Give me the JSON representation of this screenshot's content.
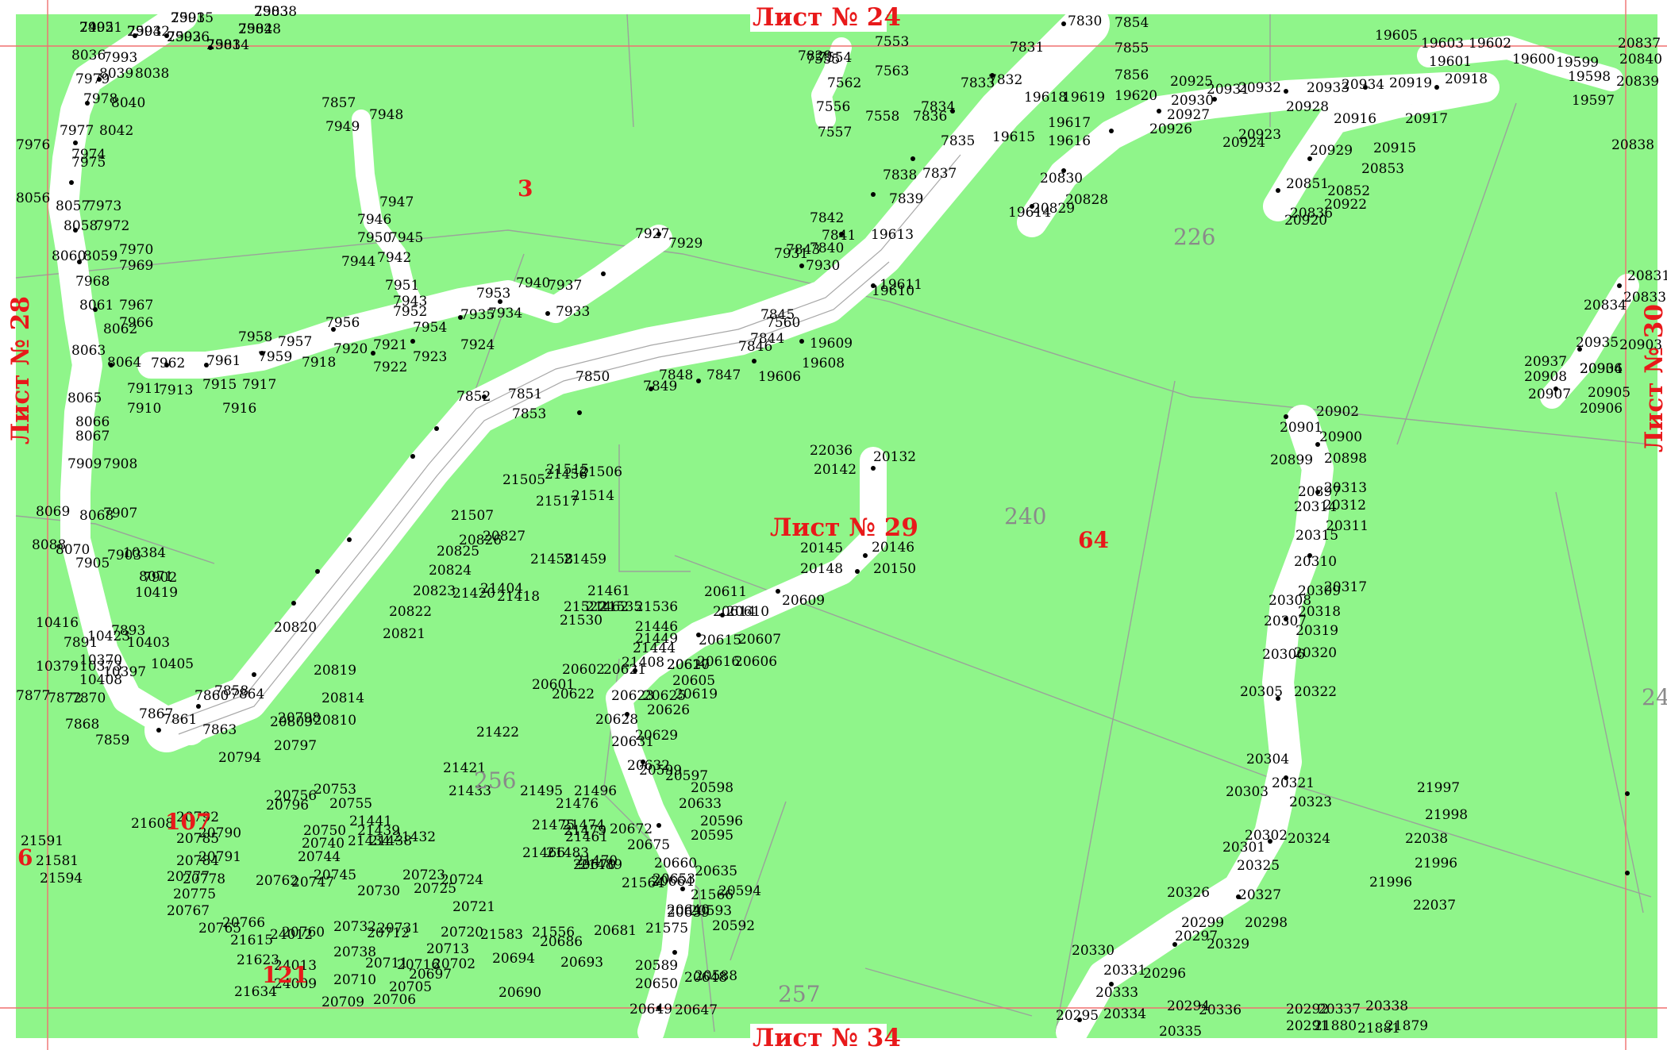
{
  "colors": {
    "forest": "#8ff58a",
    "road": "#ffffff",
    "sheet_line": "#f07070",
    "label_red": "#e8191a",
    "parcel_gray": "#8a8a8a"
  },
  "sheet_labels": {
    "top": "Лист № 24",
    "bottom": "Лист № 34",
    "left": "Лист № 28",
    "right": "Лист № 30",
    "center": "Лист № 29"
  },
  "parcel_numbers": [
    "3",
    "226",
    "240",
    "64",
    "256",
    "257",
    "24"
  ],
  "red_numbers": [
    "107",
    "121",
    "6"
  ],
  "point_labels": [
    "7995",
    "7994",
    "7992",
    "7991",
    "7981",
    "7982",
    "7983",
    "8036",
    "7993",
    "8038",
    "7979",
    "8039",
    "7978",
    "8040",
    "7977",
    "8042",
    "7976",
    "7975",
    "7974",
    "8056",
    "8057",
    "7973",
    "8058",
    "7972",
    "8060",
    "8059",
    "7970",
    "7969",
    "7968",
    "8061",
    "7967",
    "7966",
    "8062",
    "8063",
    "8064",
    "7962",
    "7961",
    "7958",
    "7957",
    "7959",
    "7956",
    "7918",
    "7920",
    "7921",
    "7922",
    "7923",
    "7924",
    "7911",
    "7913",
    "7915",
    "7917",
    "7916",
    "7910",
    "8065",
    "8066",
    "8067",
    "7909",
    "7908",
    "8069",
    "8068",
    "7907",
    "10384",
    "8088",
    "8070",
    "7905",
    "7903",
    "8071",
    "10419",
    "7902",
    "10416",
    "10423",
    "7893",
    "7891",
    "10370",
    "10403",
    "10373",
    "10397",
    "10405",
    "10379",
    "10408",
    "7872",
    "7877",
    "7870",
    "7860",
    "7858",
    "7867",
    "7868",
    "7861",
    "7863",
    "7859",
    "7864",
    "7857",
    "7949",
    "7948",
    "7947",
    "7946",
    "7950",
    "7945",
    "7944",
    "7942",
    "7951",
    "7943",
    "7952",
    "7954",
    "7953",
    "7940",
    "7937",
    "7935",
    "7934",
    "7933",
    "7927",
    "7929",
    "7931",
    "7930",
    "7843",
    "7842",
    "7841",
    "7840",
    "7839",
    "7838",
    "7837",
    "7836",
    "7835",
    "7834",
    "7833",
    "7832",
    "7831",
    "7830",
    "7829",
    "7555",
    "7554",
    "7553",
    "7563",
    "7562",
    "7556",
    "7557",
    "7558",
    "7560",
    "7844",
    "7845",
    "7846",
    "7847",
    "7848",
    "7849",
    "7850",
    "7851",
    "7852",
    "7853",
    "7854",
    "7855",
    "7856",
    "19620",
    "19619",
    "19618",
    "19617",
    "19616",
    "19615",
    "19614",
    "19613",
    "19611",
    "19610",
    "19609",
    "19608",
    "19606",
    "19605",
    "19603",
    "19602",
    "19601",
    "19600",
    "19599",
    "19598",
    "19597",
    "20838",
    "20839",
    "20840",
    "20837",
    "20919",
    "20918",
    "20917",
    "20916",
    "20915",
    "20853",
    "20852",
    "20851",
    "20836",
    "20920",
    "20922",
    "20929",
    "20928",
    "20923",
    "20924",
    "20927",
    "20926",
    "20925",
    "20930",
    "20931",
    "20932",
    "20933",
    "20934",
    "20828",
    "20829",
    "20830",
    "20831",
    "20833",
    "20834",
    "20935",
    "20936",
    "20937",
    "20908",
    "20907",
    "20906",
    "20905",
    "20904",
    "20903",
    "20902",
    "20901",
    "20900",
    "20899",
    "20898",
    "20897",
    "20313",
    "20314",
    "20312",
    "20315",
    "20311",
    "20310",
    "20309",
    "20317",
    "20308",
    "20318",
    "20307",
    "20319",
    "20306",
    "20320",
    "20305",
    "20322",
    "20304",
    "20321",
    "20303",
    "20323",
    "20302",
    "20324",
    "20301",
    "20325",
    "20326",
    "20327",
    "20299",
    "20298",
    "20297",
    "20329",
    "20330",
    "20331",
    "20296",
    "20333",
    "20295",
    "20334",
    "20294",
    "20336",
    "20335",
    "20292",
    "20337",
    "20338",
    "20291",
    "21880",
    "21881",
    "21879",
    "21997",
    "21998",
    "22038",
    "21996",
    "21996",
    "22037",
    "22036",
    "20142",
    "20132",
    "20145",
    "20146",
    "20148",
    "20150",
    "20611",
    "20610",
    "20609",
    "20614",
    "20607",
    "20615",
    "20606",
    "20616",
    "20617",
    "20605",
    "20619",
    "20620",
    "20602",
    "20621",
    "20601",
    "20622",
    "20623",
    "20625",
    "20626",
    "20628",
    "20629",
    "20631",
    "20599",
    "20632",
    "20597",
    "20598",
    "20633",
    "20596",
    "20595",
    "20635",
    "20594",
    "20593",
    "20592",
    "20589",
    "20588",
    "20650",
    "20648",
    "20649",
    "20647",
    "20640",
    "20639",
    "20653",
    "20660",
    "20664",
    "20675",
    "20672",
    "20670",
    "20681",
    "20686",
    "20690",
    "20693",
    "20694",
    "20697",
    "20702",
    "20705",
    "20706",
    "20709",
    "20710",
    "20711",
    "20712",
    "20713",
    "20716",
    "20720",
    "20721",
    "20723",
    "20724",
    "20725",
    "20730",
    "20731",
    "20732",
    "20738",
    "20740",
    "20744",
    "20745",
    "20747",
    "20750",
    "20753",
    "20755",
    "20756",
    "20760",
    "20762",
    "20765",
    "20766",
    "20767",
    "20775",
    "20777",
    "20778",
    "20784",
    "20785",
    "20790",
    "20791",
    "20792",
    "20794",
    "20796",
    "20797",
    "20798",
    "20809",
    "20810",
    "20814",
    "20819",
    "20820",
    "20821",
    "20822",
    "20823",
    "20824",
    "20825",
    "20826",
    "20827",
    "21507",
    "21505",
    "21506",
    "21514",
    "21515",
    "21517",
    "21456",
    "21458",
    "21459",
    "21461",
    "21462",
    "21522",
    "21530",
    "21535",
    "21536",
    "21446",
    "21449",
    "21444",
    "21408",
    "21404",
    "21420",
    "21418",
    "21422",
    "21421",
    "21433",
    "21434",
    "21438",
    "21439",
    "21441",
    "21432",
    "21495",
    "21496",
    "21476",
    "21475",
    "21474",
    "21479",
    "21461",
    "21466",
    "21483",
    "21470",
    "21489",
    "21564",
    "21566",
    "21575",
    "21583",
    "21556",
    "21591",
    "21581",
    "21594",
    "21608",
    "21615",
    "21623",
    "21634",
    "24009",
    "24012",
    "24013",
    "24021",
    "25032",
    "25036",
    "25035",
    "25034",
    "25048",
    "25038"
  ],
  "road_label_center": "Лист № 29"
}
